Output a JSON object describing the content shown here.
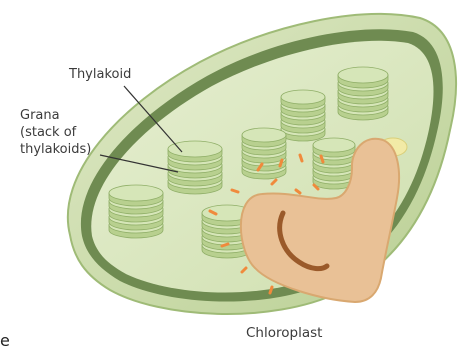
{
  "labels": {
    "thylakoid": "Thylakoid",
    "grana_line1": "Grana",
    "grana_line2": "(stack of",
    "grana_line3": "thylakoids)",
    "chloroplast": "Chloroplast",
    "edge_fragment": "e"
  },
  "colors": {
    "outer_membrane": "#c9dcaa",
    "inner_membrane": "#6f8b51",
    "stroma": "#d9e7bf",
    "thylakoid_side": "#b8d08f",
    "thylakoid_top": "#d6e6b8",
    "thylakoid_line": "#8fae67",
    "heart_fill": "#e9c196",
    "heart_stroke": "#9a5a2a",
    "accent_marks": "#f08a3c"
  },
  "icons": {
    "overlay": "flexed-arm-heart-icon"
  }
}
